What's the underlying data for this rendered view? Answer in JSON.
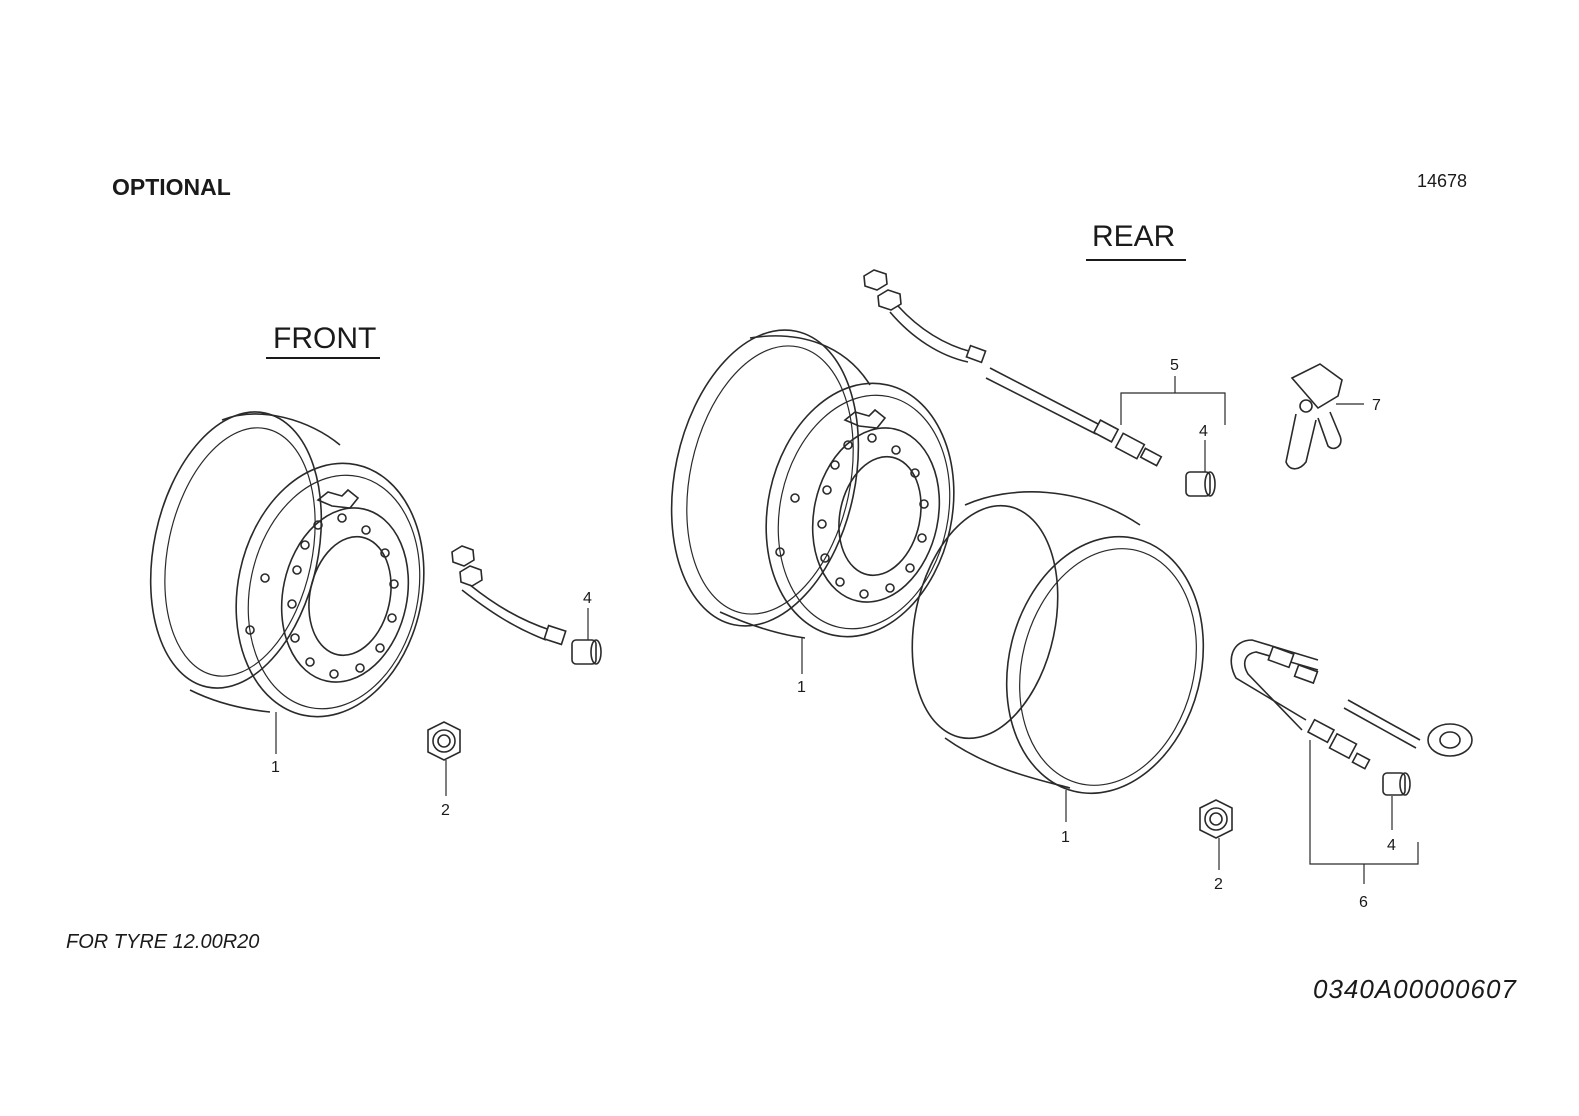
{
  "header": {
    "optional_label": "OPTIONAL",
    "drawing_number": "14678"
  },
  "sections": {
    "front_title": "FRONT",
    "rear_title": "REAR"
  },
  "callouts": {
    "front_wheel": "1",
    "front_nut": "2",
    "front_valve_cap": "4",
    "rear_inner_wheel": "1",
    "rear_outer_wheel": "1",
    "rear_nut": "2",
    "rear_valve_cap_upper": "4",
    "rear_valve_cap_lower": "4",
    "rear_extension_upper": "5",
    "rear_extension_lower": "6",
    "rear_clip": "7"
  },
  "footer": {
    "tyre_note": "FOR TYRE 12.00R20",
    "part_number": "0340A00000607"
  },
  "colors": {
    "line": "#2a2a2a",
    "background": "#ffffff"
  }
}
